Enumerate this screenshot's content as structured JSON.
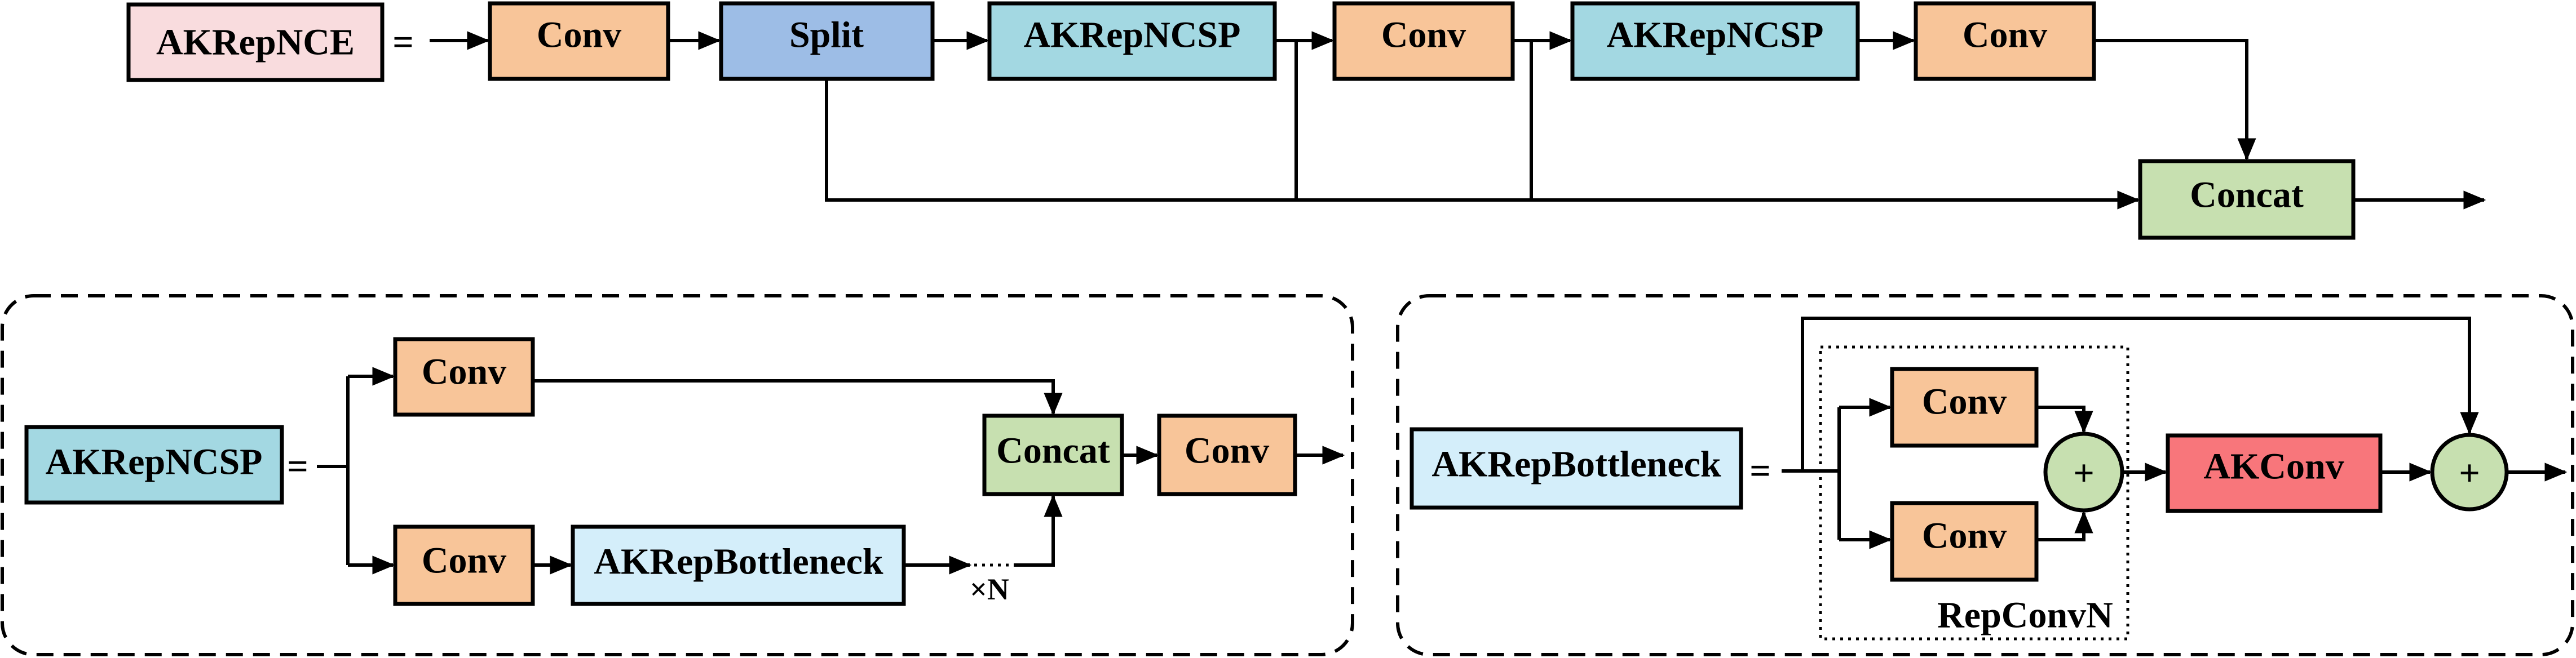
{
  "colors": {
    "pink": "#F9DCDE",
    "orange": "#F8C599",
    "blue": "#9DBDE6",
    "teal": "#A3D8E2",
    "green": "#C7E0B0",
    "lightblue": "#D4EEFA",
    "red": "#F8767B"
  },
  "top": {
    "title": "AKRepNCE",
    "equals": "=",
    "conv1": "Conv",
    "split": "Split",
    "csp1": "AKRepNCSP",
    "conv2": "Conv",
    "csp2": "AKRepNCSP",
    "conv3": "Conv",
    "concat": "Concat"
  },
  "ncsp": {
    "title": "AKRepNCSP",
    "equals": "=",
    "conv_top": "Conv",
    "conv_bottom": "Conv",
    "bottleneck": "AKRepBottleneck",
    "repeat": "×N",
    "concat": "Concat",
    "conv_out": "Conv"
  },
  "bottleneck": {
    "title": "AKRepBottleneck",
    "equals": "=",
    "conv_top": "Conv",
    "conv_bottom": "Conv",
    "plus1": "+",
    "akconv": "AKConv",
    "plus2": "+",
    "group_label": "RepConvN"
  }
}
